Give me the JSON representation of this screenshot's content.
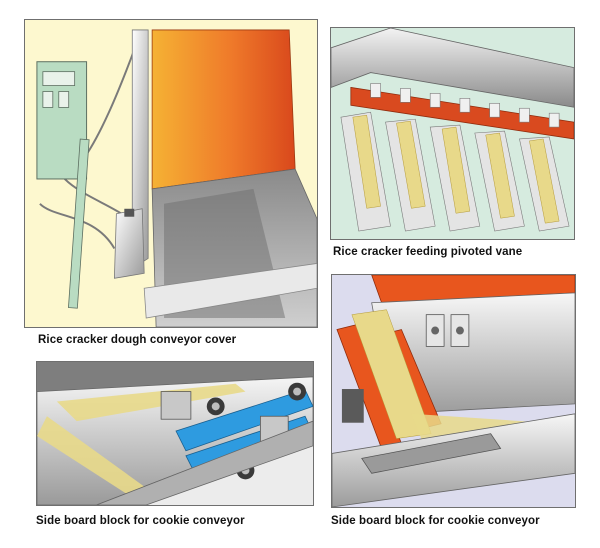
{
  "panels": [
    {
      "caption": "Rice cracker dough conveyor cover"
    },
    {
      "caption": "Rice cracker feeding pivoted vane"
    },
    {
      "caption": "Side board block for cookie conveyor"
    },
    {
      "caption": "Side board block for cookie conveyor"
    }
  ],
  "colors": {
    "cream_background": "#fdf8cf",
    "mint_background": "#d6ebdf",
    "lavender_background": "#dcdcee",
    "orange_cover": "#e8561e",
    "blue_belt": "#2e9be0",
    "steel": "#a8a8a8",
    "cracker": "#e8d98a"
  }
}
